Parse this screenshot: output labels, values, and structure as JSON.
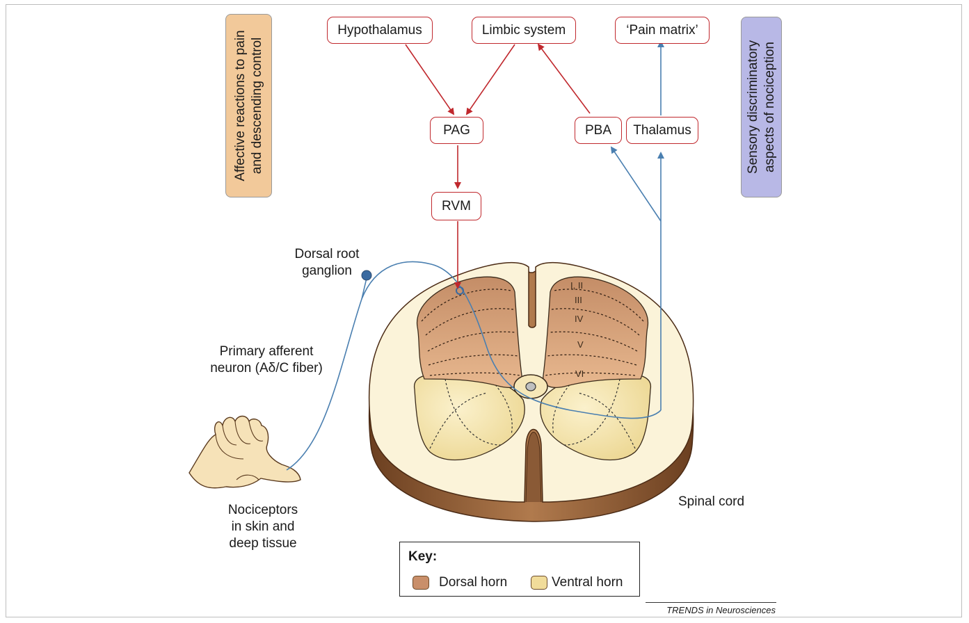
{
  "boxes": {
    "hypothalamus": "Hypothalamus",
    "limbic": "Limbic system",
    "pain_matrix": "‘Pain matrix’",
    "pag": "PAG",
    "pba": "PBA",
    "thalamus": "Thalamus",
    "rvm": "RVM"
  },
  "side_labels": {
    "left_line1": "Affective reactions to pain",
    "left_line2": "and descending control",
    "right_line1": "Sensory discriminatory",
    "right_line2": "aspects of nociception"
  },
  "labels": {
    "drg_line1": "Dorsal root",
    "drg_line2": "ganglion",
    "afferent_line1": "Primary afferent",
    "afferent_line2": "neuron (Aδ/C fiber)",
    "nociceptors_line1": "Nociceptors",
    "nociceptors_line2": "in skin and",
    "nociceptors_line3": "deep tissue",
    "spinal_cord": "Spinal cord"
  },
  "laminae": [
    "I, II",
    "III",
    "IV",
    "V",
    "VI"
  ],
  "key": {
    "title": "Key:",
    "dorsal": "Dorsal horn",
    "ventral": "Ventral horn"
  },
  "credit": "TRENDS in Neurosciences",
  "colors": {
    "descending_arrow": "#c0282d",
    "ascending_arrow": "#4a7fb0",
    "dorsal_horn": "#c98f6a",
    "ventral_horn": "#f1dc9a",
    "cord_fill": "#fbf3d9",
    "cord_side": "#8a5a36",
    "left_panel": "#f2c99a",
    "right_panel": "#b8b8e6"
  }
}
